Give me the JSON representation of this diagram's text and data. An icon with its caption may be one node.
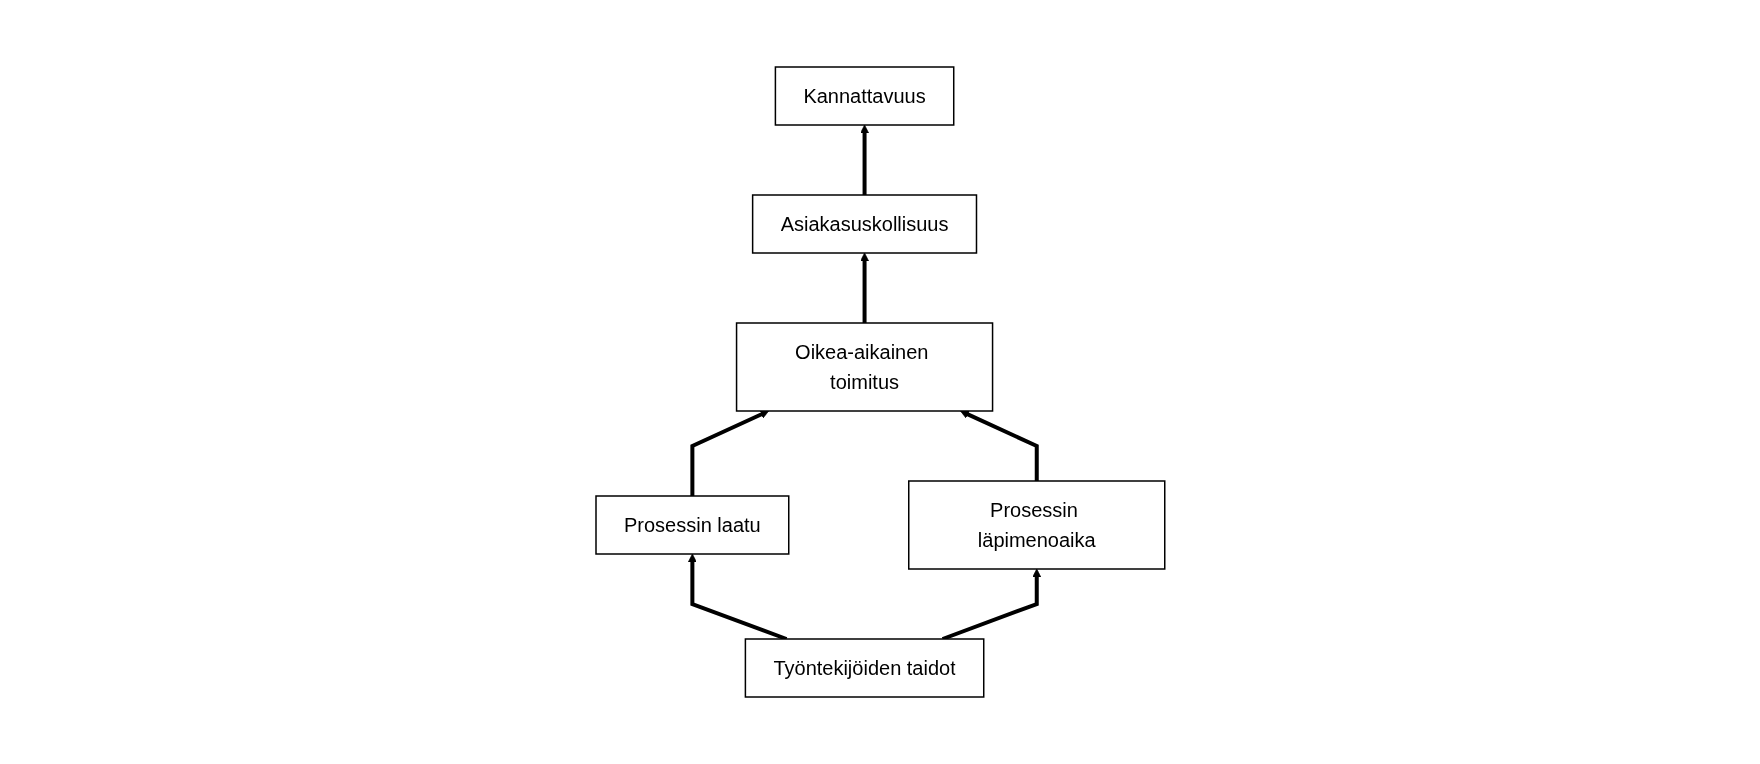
{
  "diagram": {
    "nodes": [
      {
        "text": [
          "Kannattavuus"
        ]
      },
      {
        "text": [
          "Asiakasuskollisuus"
        ]
      },
      {
        "text": [
          "Oikea-aikainen toimitus"
        ]
      },
      {
        "text": [
          "Prosessin laatu"
        ]
      },
      {
        "text": [
          "Prosessin läpimenoaika"
        ]
      },
      {
        "text": [
          "Työntekijöiden taidot"
        ]
      }
    ],
    "edges": [
      {
        "from": 1,
        "to": 0,
        "arrow": "to"
      },
      {
        "from": 2,
        "to": 1,
        "arrow": "to"
      },
      {
        "from": 3,
        "to": 2,
        "arrow": "to"
      },
      {
        "from": 4,
        "to": 2,
        "arrow": "to"
      },
      {
        "from": 5,
        "to": 3,
        "arrow": "to"
      },
      {
        "from": 5,
        "to": 4,
        "arrow": "to"
      }
    ]
  }
}
